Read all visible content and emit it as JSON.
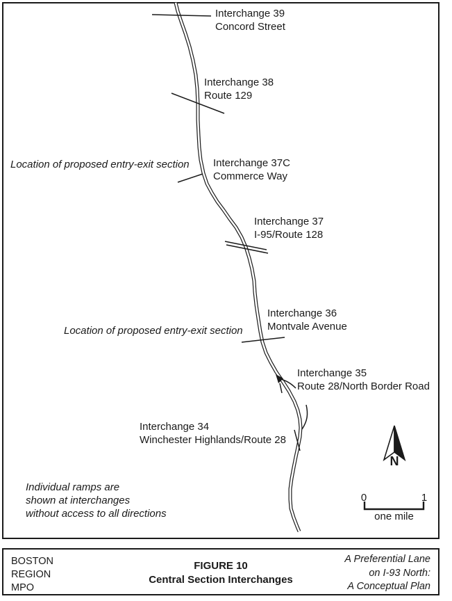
{
  "page": {
    "background": "#ffffff",
    "ink": "#1a1a1a"
  },
  "map": {
    "labels": [
      {
        "id": "interchange-39",
        "line1": "Interchange 39",
        "line2": "Concord Street"
      },
      {
        "id": "interchange-38",
        "line1": "Interchange 38",
        "line2": "Route 129"
      },
      {
        "id": "interchange-37c",
        "line1": "Interchange 37C",
        "line2": "Commerce Way"
      },
      {
        "id": "interchange-37",
        "line1": "Interchange 37",
        "line2": "I-95/Route 128"
      },
      {
        "id": "interchange-36",
        "line1": "Interchange 36",
        "line2": "Montvale Avenue"
      },
      {
        "id": "interchange-35",
        "line1": "Interchange 35",
        "line2": "Route 28/North Border Road"
      },
      {
        "id": "interchange-34",
        "line1": "Interchange 34",
        "line2": "Winchester Highlands/Route 28"
      }
    ],
    "annotations": [
      {
        "id": "proposed-entry-exit-north",
        "text": "Location of proposed entry-exit section"
      },
      {
        "id": "proposed-entry-exit-south",
        "text": "Location of proposed entry-exit section"
      }
    ],
    "note_lines": [
      "Individual ramps are",
      "shown at interchanges",
      "without access to all directions"
    ],
    "compass": {
      "label": "N"
    },
    "scale_bar": {
      "left_value": "0",
      "right_value": "1",
      "caption": "one mile"
    }
  },
  "footer": {
    "agency_lines": [
      "BOSTON",
      "REGION",
      "MPO"
    ],
    "figure_title": "FIGURE 10",
    "figure_subtitle": "Central Section Interchanges",
    "plan_lines": [
      "A Preferential Lane",
      "on I-93 North:",
      "A Conceptual Plan"
    ]
  }
}
